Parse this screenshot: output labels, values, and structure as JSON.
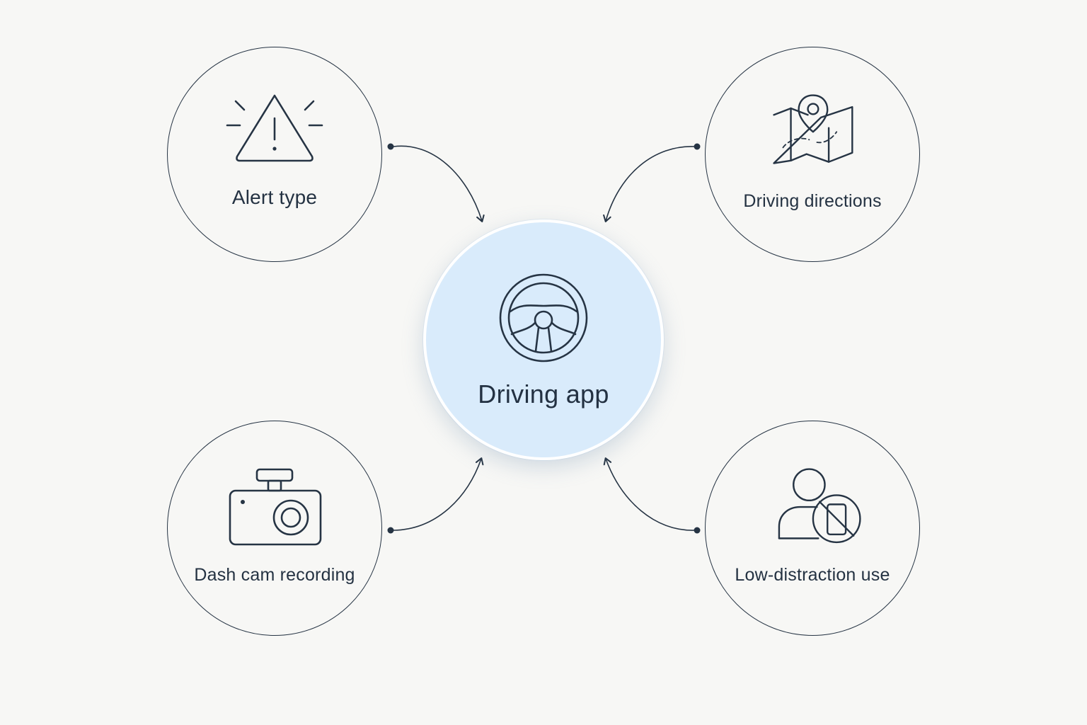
{
  "center": {
    "label": "Driving app",
    "icon": "steering-wheel-icon",
    "fill_color": "#d9ebfb"
  },
  "nodes": [
    {
      "id": "alert-type",
      "label": "Alert type",
      "icon": "warning-triangle-icon"
    },
    {
      "id": "driving-directions",
      "label": "Driving directions",
      "icon": "map-pin-icon"
    },
    {
      "id": "dash-cam-recording",
      "label": "Dash cam recording",
      "icon": "dash-camera-icon"
    },
    {
      "id": "low-distraction-use",
      "label": "Low-distraction use",
      "icon": "no-phone-person-icon"
    }
  ],
  "colors": {
    "background": "#f7f7f5",
    "stroke": "#263444",
    "text": "#243242"
  }
}
